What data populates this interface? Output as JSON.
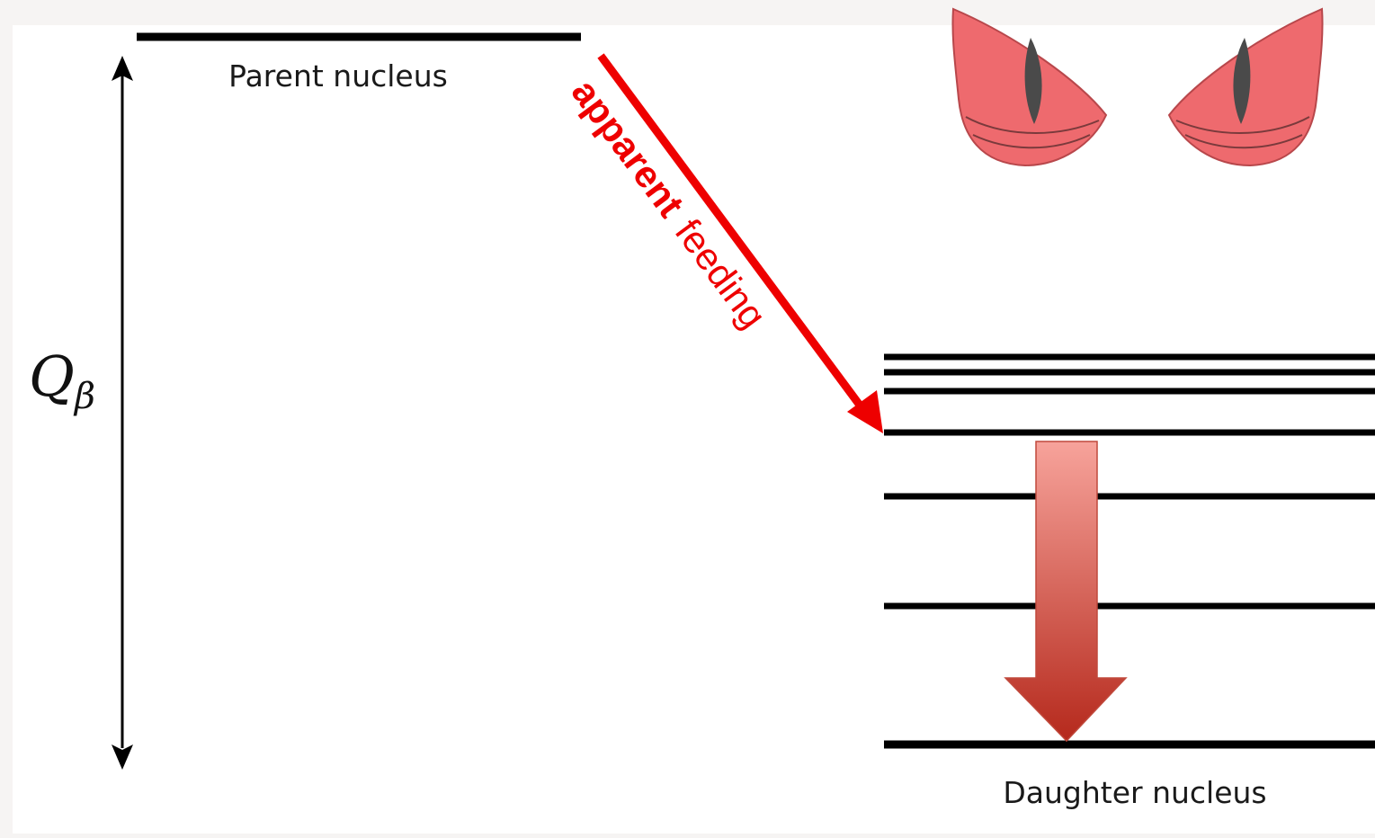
{
  "diagram": {
    "parent_label": "Parent nucleus",
    "daughter_label": "Daughter nucleus",
    "q_symbol": "Q",
    "q_subscript": "β",
    "feeding_bold": "apparent",
    "feeding_normal": "feeding"
  },
  "colors": {
    "background": "#f6f4f3",
    "panel": "#ffffff",
    "level_line": "#000000",
    "feeding_arrow": "#ee0000",
    "gamma_arrow_top": "#f7a39b",
    "gamma_arrow_bottom": "#b5291c",
    "eye_fill": "#ee6a6e",
    "eye_pupil": "#4a4a4a"
  },
  "icons": {
    "left_eye": "angry-eye-icon",
    "right_eye": "angry-eye-icon"
  }
}
